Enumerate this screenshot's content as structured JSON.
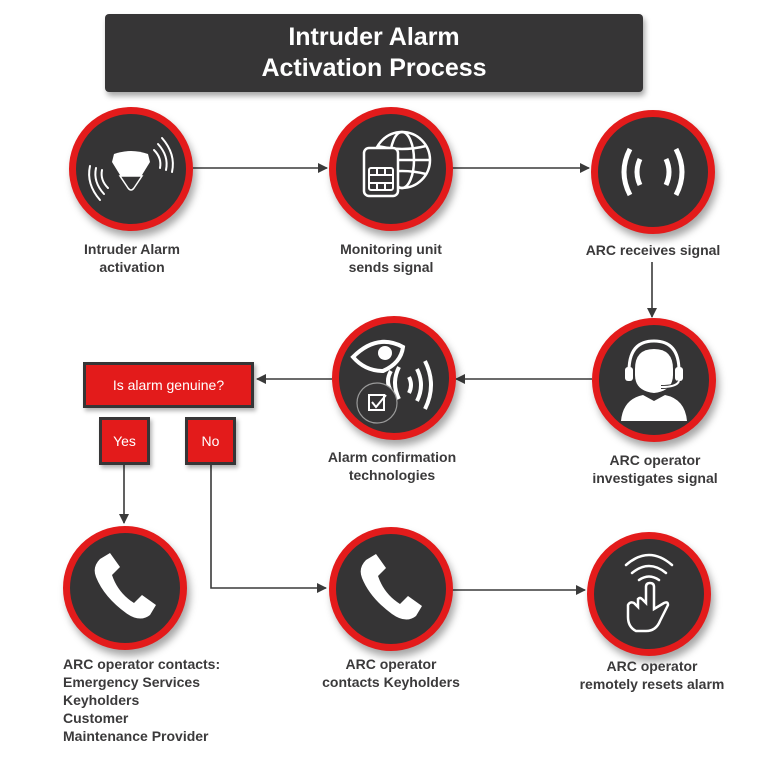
{
  "title": {
    "line1": "Intruder Alarm",
    "line2": "Activation Process"
  },
  "colors": {
    "accent": "#e31b1b",
    "dark": "#353435",
    "text": "#3b3a3b",
    "connector": "#3a3a3a"
  },
  "steps": [
    {
      "id": "activation",
      "icon": "alarm-sounder-icon",
      "label_lines": [
        "Intruder Alarm",
        "activation"
      ]
    },
    {
      "id": "monitoring",
      "icon": "sim-card-globe-icon",
      "label_lines": [
        "Monitoring unit",
        "sends signal"
      ]
    },
    {
      "id": "arc-receives",
      "icon": "signal-waves-icon",
      "label_lines": [
        "ARC receives signal"
      ]
    },
    {
      "id": "arc-investigates",
      "icon": "headset-operator-icon",
      "label_lines": [
        "ARC operator",
        "investigates signal"
      ]
    },
    {
      "id": "confirmation",
      "icon": "eye-signal-check-icon",
      "label_lines": [
        "Alarm confirmation",
        "technologies"
      ]
    },
    {
      "id": "contacts-all",
      "icon": "phone-icon",
      "label_lines": [
        "ARC operator contacts:",
        "Emergency Services",
        "Keyholders",
        "Customer",
        "Maintenance Provider"
      ]
    },
    {
      "id": "contacts-keyholders",
      "icon": "phone-icon",
      "label_lines": [
        "ARC operator",
        "contacts Keyholders"
      ]
    },
    {
      "id": "remote-reset",
      "icon": "touch-wireless-icon",
      "label_lines": [
        "ARC operator",
        "remotely resets alarm"
      ]
    }
  ],
  "decision": {
    "question": "Is alarm genuine?",
    "yes": "Yes",
    "no": "No"
  }
}
